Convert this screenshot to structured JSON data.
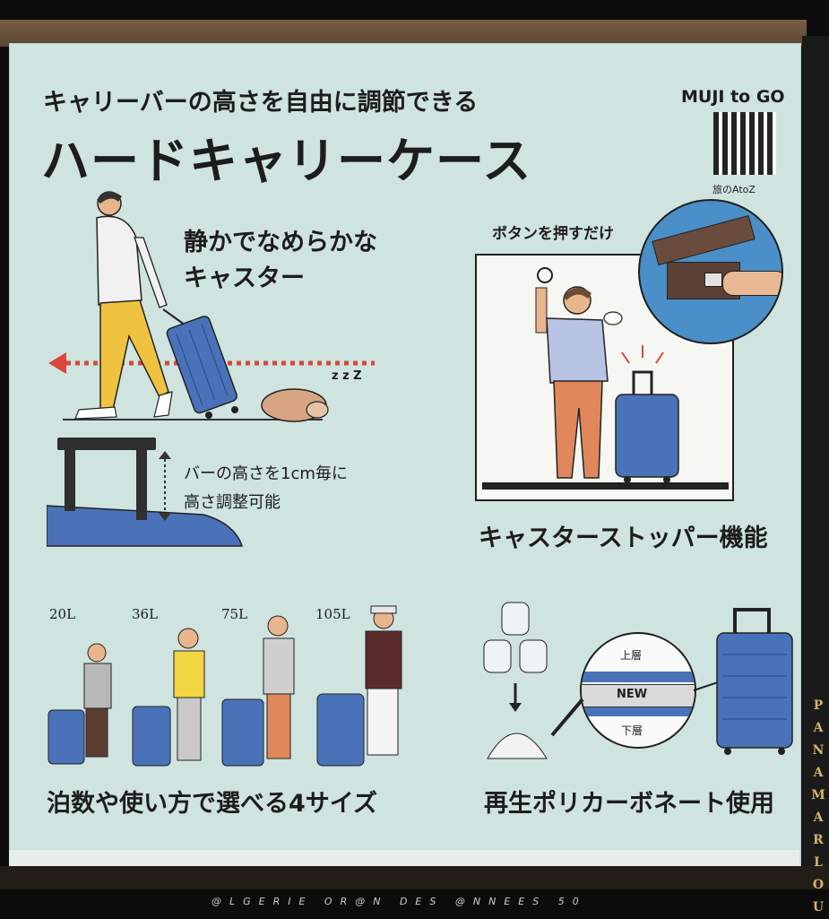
{
  "poster": {
    "subtitle": "キャリーバーの高さを自由に調節できる",
    "title": "ハードキャリーケース",
    "brand": "MUJI to GO",
    "brand_sub": "旅のAtoZ",
    "feature_caster_line1": "静かでなめらかな",
    "feature_caster_line2": "キャスター",
    "zzz": "z z Z",
    "button_caption": "ボタンを押すだけ",
    "bar_note_line1": "バーの高さを1cm毎に",
    "bar_note_line2": "高さ調整可能",
    "stopper_title": "キャスターストッパー機能",
    "sizes": [
      "20L",
      "36L",
      "75L",
      "105L"
    ],
    "sizes_title": "泊数や使い方で選べる4サイズ",
    "layer_top": "上層",
    "layer_new": "NEW",
    "layer_bottom": "下層",
    "recycle_title": "再生ポリカーボネート使用"
  },
  "watermark": "@LGERIE OR@N DES @NNEES 50",
  "side_signature": "PANAMARLOU",
  "colors": {
    "poster_bg": "#cfe3df",
    "suitcase_blue": "#4a72b8",
    "arrow_red": "#d9473a",
    "pants_yellow": "#efc33f",
    "pants_orange": "#e0875c"
  }
}
